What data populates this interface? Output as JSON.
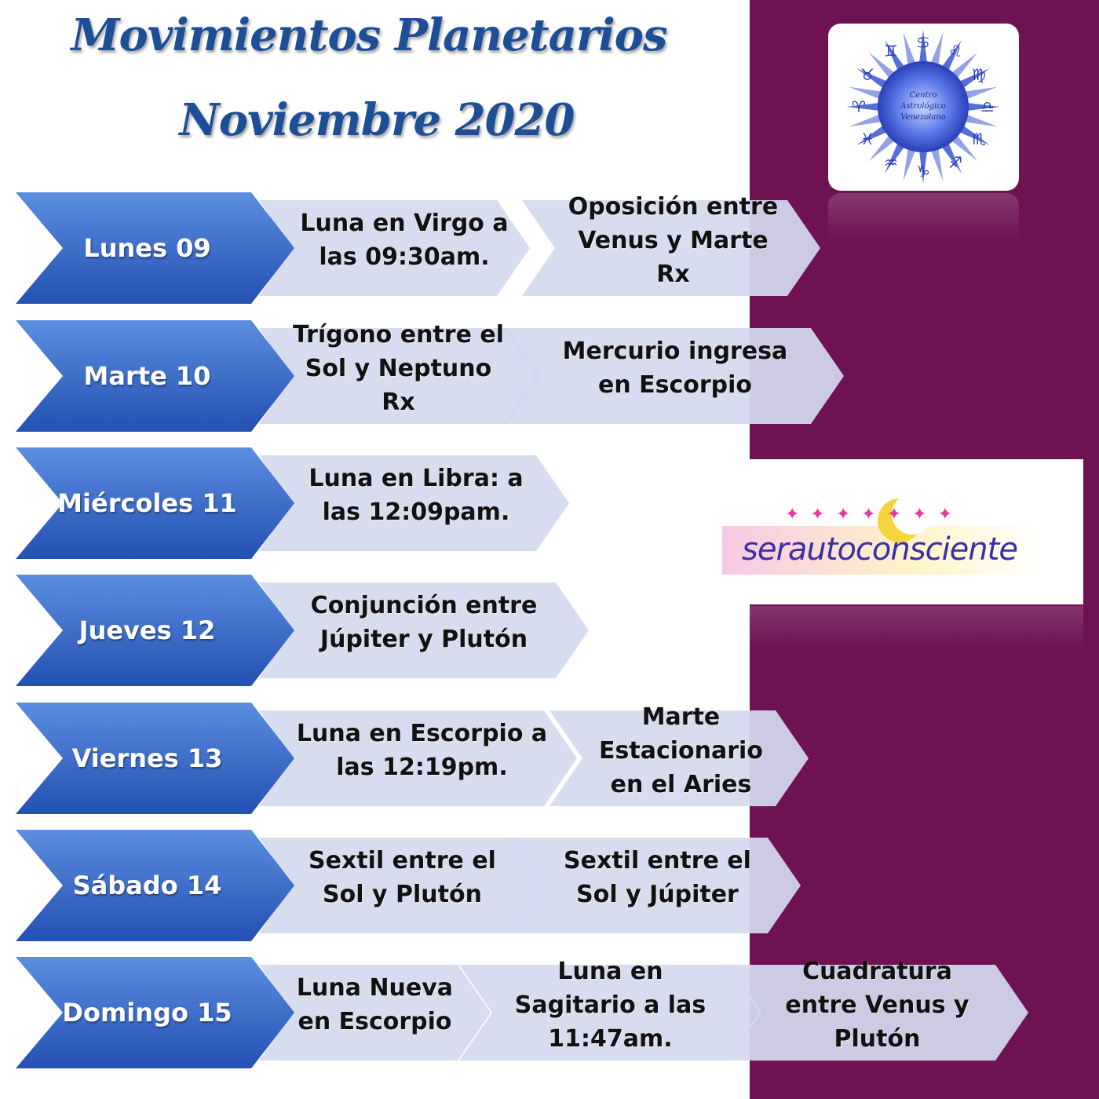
{
  "header": {
    "title_line1": "Movimientos Planetarios",
    "title_line2": "Noviembre 2020"
  },
  "logos": {
    "center_logo_text": [
      "Centro",
      "Astrológico",
      "Venezolano"
    ],
    "center_logo_icon": "zodiac-sun-wheel-icon",
    "brand_text": "serautoconsciente",
    "brand_icon": "moon-stars-butterfly-icon"
  },
  "colors": {
    "purple_panel": "#6e1252",
    "title_blue": "#1d4e96",
    "day_arrow_top": "#5b8ee0",
    "day_arrow_bottom": "#2450b2",
    "event_arrow": "#d4d9ee"
  },
  "days": [
    {
      "label": "Lunes 09",
      "events": [
        "Luna en Virgo a las 09:30am.",
        "Oposición entre Venus y Marte Rx"
      ]
    },
    {
      "label": "Marte 10",
      "events": [
        "Trígono entre el Sol y Neptuno Rx",
        "Mercurio ingresa en Escorpio"
      ]
    },
    {
      "label": "Miércoles 11",
      "events": [
        "Luna en Libra: a las 12:09pam."
      ]
    },
    {
      "label": "Jueves 12",
      "events": [
        "Conjunción entre Júpiter y Plutón"
      ]
    },
    {
      "label": "Viernes 13",
      "events": [
        "Luna en Escorpio a las 12:19pm.",
        "Marte Estacionario en el Aries"
      ]
    },
    {
      "label": "Sábado 14",
      "events": [
        "Sextil entre el Sol y Plutón",
        "Sextil entre el Sol y Júpiter"
      ]
    },
    {
      "label": "Domingo 15",
      "events": [
        "Luna Nueva en Escorpio",
        "Luna en Sagitario a las 11:47am.",
        "Cuadratura entre Venus y Plutón"
      ]
    }
  ]
}
